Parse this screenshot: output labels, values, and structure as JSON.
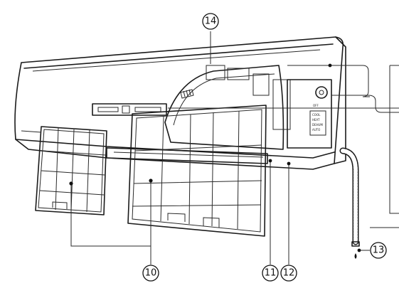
{
  "callouts": [
    {
      "id": "10",
      "label": "⑩"
    },
    {
      "id": "11",
      "label": "⑪"
    },
    {
      "id": "12",
      "label": "⑫"
    },
    {
      "id": "13",
      "label": "⑬"
    },
    {
      "id": "14",
      "label": "⑭"
    }
  ],
  "panel_labels": {
    "top": "OFF",
    "lines": [
      "COOL",
      "HEAT",
      "DEHUM",
      "AUTO"
    ]
  }
}
